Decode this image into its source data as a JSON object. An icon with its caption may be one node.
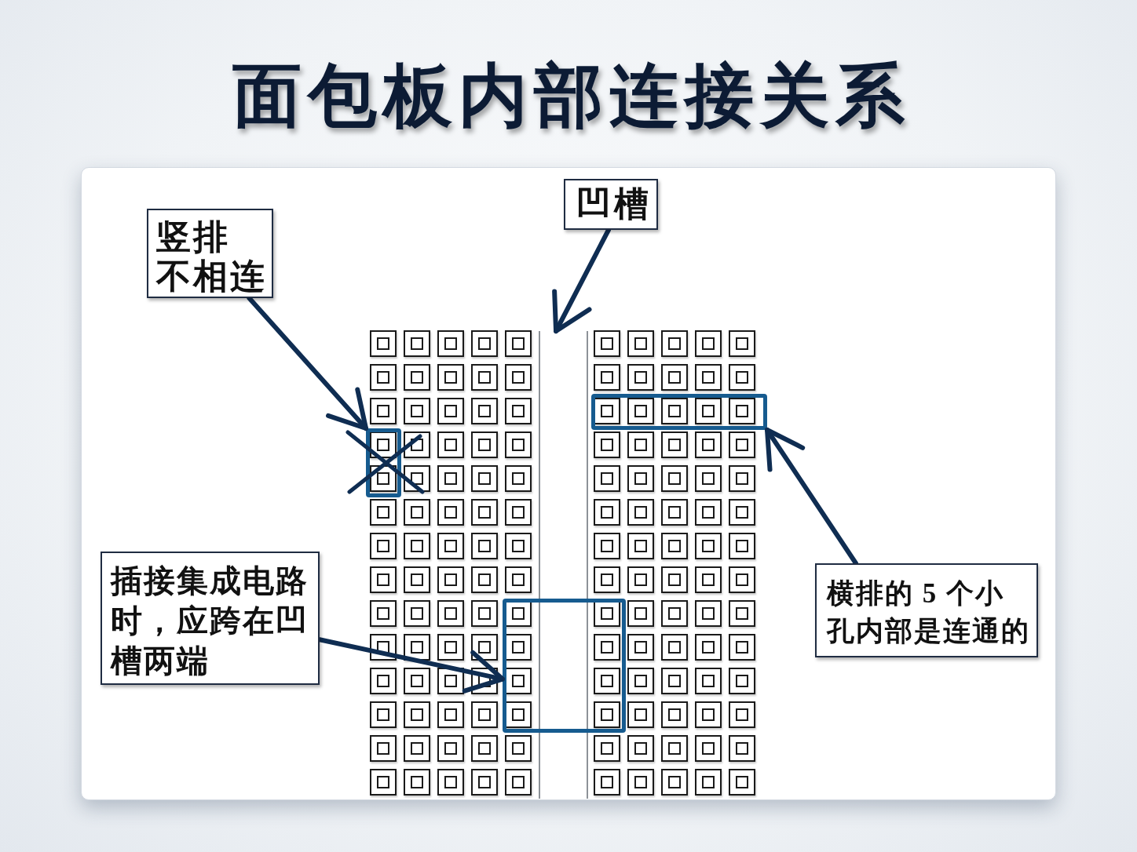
{
  "diagram": {
    "title": "面包板内部连接关系",
    "nodes": [
      {
        "text": [
          "竖排不相连"
        ]
      },
      {
        "text": [
          "凹槽"
        ]
      },
      {
        "text": [
          "插接集成电路时，应跨在凹槽两端"
        ]
      },
      {
        "text": [
          "横排的 5 个小孔内部是连通的"
        ]
      },
      {
        "text": [],
        "shape": "box"
      },
      {
        "text": [],
        "shape": "bar"
      },
      {
        "text": [],
        "shape": "box"
      },
      {
        "text": [],
        "shape": "box"
      }
    ],
    "edges": [
      {
        "from": 0,
        "to": 4,
        "arrow": "to"
      },
      {
        "from": 1,
        "to": 5,
        "arrow": "to"
      },
      {
        "from": 2,
        "to": 6,
        "arrow": "to"
      },
      {
        "from": 3,
        "to": 7,
        "arrow": "to"
      }
    ]
  }
}
